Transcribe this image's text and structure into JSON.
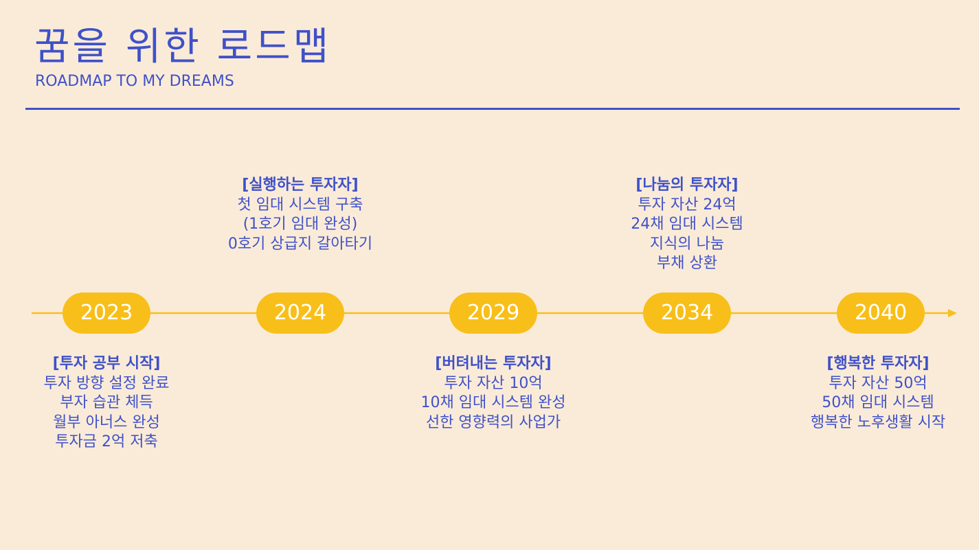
{
  "header": {
    "title": "꿈을 위한 로드맵",
    "subtitle": "ROADMAP TO MY DREAMS"
  },
  "colors": {
    "background": "#FAEBD9",
    "accent": "#3F51C8",
    "timeline": "#F8BF1A",
    "pill_text": "#FFFFFF"
  },
  "timeline": {
    "milestones": [
      {
        "year": "2023",
        "heading": "[투자 공부 시작]",
        "lines": [
          "투자 방향 설정 완료",
          "부자 습관 체득",
          "월부 아너스 완성",
          "투자금 2억 저축"
        ]
      },
      {
        "year": "2024",
        "heading": "[실행하는 투자자]",
        "lines": [
          "첫 임대 시스템 구축",
          "(1호기 임대 완성)",
          "0호기 상급지 갈아타기"
        ]
      },
      {
        "year": "2029",
        "heading": "[버텨내는 투자자]",
        "lines": [
          "투자 자산 10억",
          "10채 임대 시스템 완성",
          "선한 영향력의 사업가"
        ]
      },
      {
        "year": "2034",
        "heading": "[나눔의 투자자]",
        "lines": [
          "투자 자산 24억",
          "24채 임대 시스템",
          "지식의 나눔",
          "부채 상환"
        ]
      },
      {
        "year": "2040",
        "heading": "[행복한 투자자]",
        "lines": [
          "투자 자산 50억",
          "50채 임대 시스템",
          "행복한 노후생활 시작"
        ]
      }
    ]
  }
}
